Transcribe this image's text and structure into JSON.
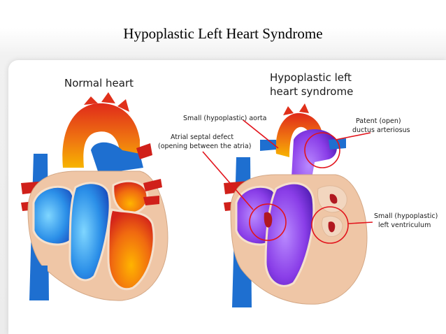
{
  "slide": {
    "title": "Hypoplastic Left Heart Syndrome"
  },
  "normal": {
    "heading": "Normal heart"
  },
  "hlhs": {
    "heading_line1": "Hypoplastic left",
    "heading_line2": "heart syndrome"
  },
  "labels": {
    "aorta": "Small (hypoplastic) aorta",
    "asd_line1": "Atrial septal defect",
    "asd_line2": "(opening between the atria)",
    "pda_line1": "Patent (open)",
    "pda_line2": "ductus arteriosus",
    "lv_line1": "Small (hypoplastic)",
    "lv_line2": "left ventriculum"
  },
  "colors": {
    "oxygenated": "#e8401c",
    "deoxygenated": "#1e6fd0",
    "mixed": "#7a2bd8",
    "tissue": "#efc6a6",
    "annotation": "#e2141c"
  }
}
